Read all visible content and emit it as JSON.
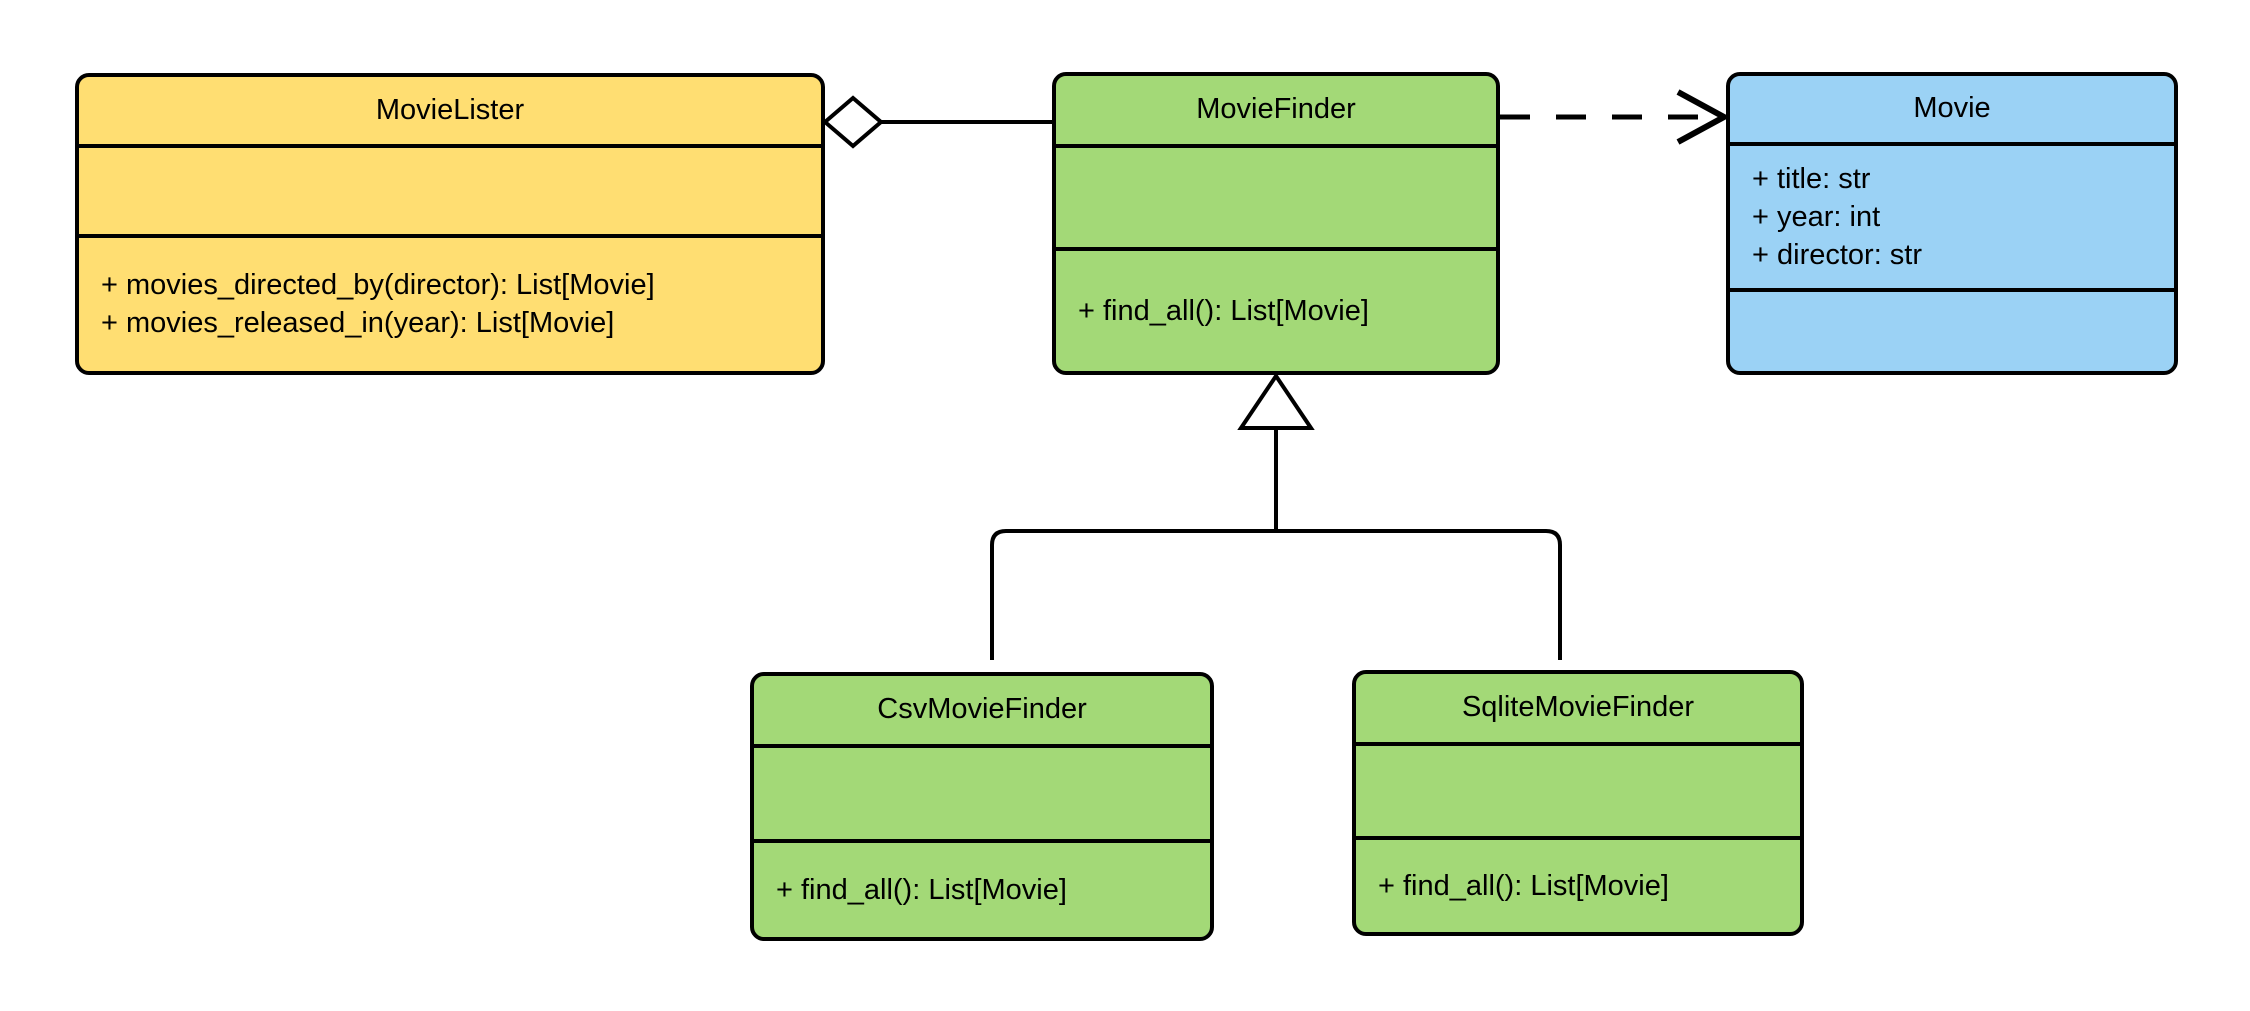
{
  "diagram": {
    "title": "MovieLister dependency injection UML class diagram",
    "type": "uml-class-diagram",
    "background": "#ffffff",
    "line_color": "#000000",
    "palette": {
      "yellow": "#ffde72",
      "green": "#a3d977",
      "blue": "#9bd2f5",
      "stroke": "#000000"
    }
  },
  "classes": {
    "movie_lister": {
      "name": "MovieLister",
      "fill": "#ffde72",
      "attributes": [],
      "methods": [
        "+ movies_directed_by(director): List[Movie]",
        "+ movies_released_in(year): List[Movie]"
      ]
    },
    "movie_finder": {
      "name": "MovieFinder",
      "fill": "#a3d977",
      "attributes": [],
      "methods": [
        "+ find_all(): List[Movie]"
      ]
    },
    "movie": {
      "name": "Movie",
      "fill": "#9bd2f5",
      "attributes": [
        "+ title: str",
        "+ year: int",
        "+ director: str"
      ],
      "methods": []
    },
    "csv_movie_finder": {
      "name": "CsvMovieFinder",
      "fill": "#a3d977",
      "attributes": [],
      "methods": [
        "+ find_all(): List[Movie]"
      ]
    },
    "sqlite_movie_finder": {
      "name": "SqliteMovieFinder",
      "fill": "#a3d977",
      "attributes": [],
      "methods": [
        "+ find_all(): List[Movie]"
      ]
    }
  },
  "relationships": [
    {
      "id": "aggregation-lister-finder",
      "kind": "aggregation",
      "marker": "hollow-diamond",
      "line": "solid",
      "from": "MovieLister",
      "to": "MovieFinder"
    },
    {
      "id": "dependency-finder-movie",
      "kind": "dependency",
      "marker": "open-arrow",
      "line": "dashed",
      "from": "MovieFinder",
      "to": "Movie"
    },
    {
      "id": "generalization-csv-finder",
      "kind": "generalization",
      "marker": "hollow-triangle",
      "line": "solid",
      "from": "CsvMovieFinder",
      "to": "MovieFinder"
    },
    {
      "id": "generalization-sqlite-finder",
      "kind": "generalization",
      "marker": "hollow-triangle",
      "line": "solid",
      "from": "SqliteMovieFinder",
      "to": "MovieFinder"
    }
  ]
}
